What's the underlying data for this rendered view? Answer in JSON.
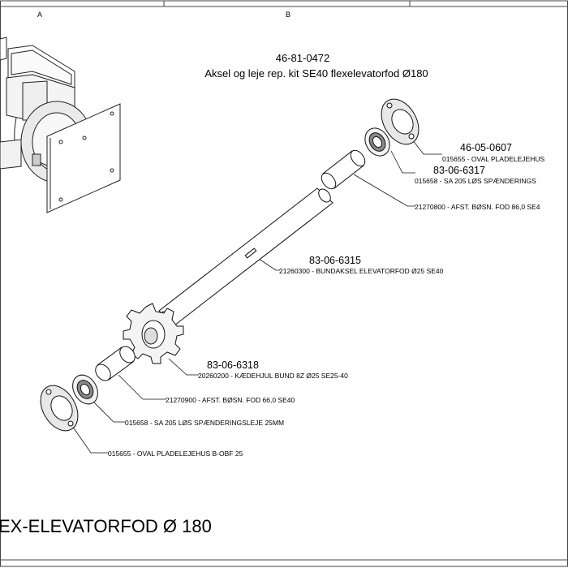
{
  "sheet": {
    "zone_a": "A",
    "zone_b": "B",
    "kit_number": "46-81-0472",
    "kit_title": "Aksel og leje rep. kit SE40 flexelevatorfod Ø180",
    "footer_title": "EX-ELEVATORFOD Ø 180"
  },
  "parts": [
    {
      "number": "46-05-0607",
      "label": "015655 - OVAL PLADELEJEHUS"
    },
    {
      "number": "83-06-6317",
      "label": "015658 - SA 205 LØS SPÆNDERINGS"
    },
    {
      "number": "",
      "label": "21270800 - AFST. BØSN. FOD 86,0 SE4"
    },
    {
      "number": "83-06-6315",
      "label": "21260300 - BUNDAKSEL ELEVATORFOD Ø25 SE40"
    },
    {
      "number": "83-06-6318",
      "label": "20260200 - KÆDEHJUL BUND 8Z Ø25 SE25-40"
    },
    {
      "number": "",
      "label": "21270900 - AFST. BØSN. FOD 66,0 SE40"
    },
    {
      "number": "",
      "label": "015658 - SA 205 LØS SPÆNDERINGSLEJE 25MM"
    },
    {
      "number": "",
      "label": "015655 - OVAL PLADELEJEHUS B-OBF 25"
    }
  ]
}
